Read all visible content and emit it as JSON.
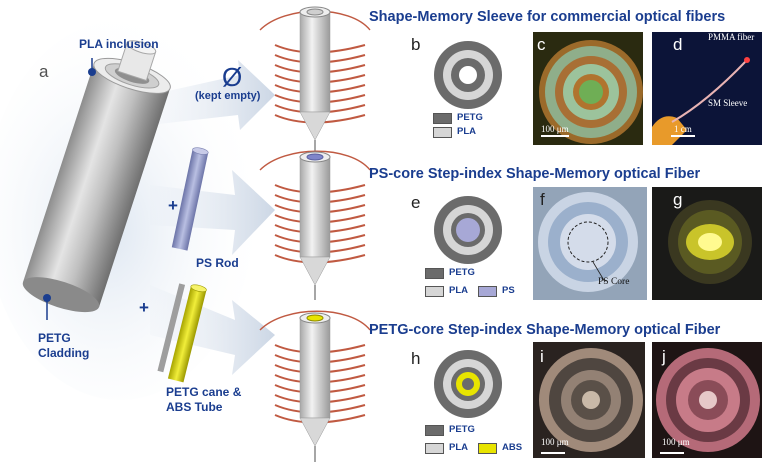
{
  "panel_a": {
    "letter": "a",
    "pla_label": "PLA inclusion",
    "petg_label_line1": "PETG",
    "petg_label_line2": "Cladding",
    "empty_symbol": "Ø",
    "empty_caption": "(kept empty)",
    "plus1": "+",
    "ps_rod_label": "PS Rod",
    "plus2": "+",
    "cane_label_line1": "PETG cane &",
    "cane_label_line2": "ABS Tube"
  },
  "row1": {
    "title": "Shape-Memory Sleeve for commercial optical fibers",
    "letter_b": "b",
    "legend": [
      "PETG",
      "PLA"
    ],
    "letter_c": "c",
    "scale_c": "100 μm",
    "letter_d": "d",
    "d_label_fiber": "PMMA fiber",
    "d_label_sleeve": "SM  Sleeve",
    "scale_d": "1 cm"
  },
  "row2": {
    "title": "PS-core Step-index Shape-Memory optical Fiber",
    "letter_e": "e",
    "legend": [
      "PETG",
      "PLA",
      "PS"
    ],
    "letter_f": "f",
    "f_label": "PS Core",
    "letter_g": "g"
  },
  "row3": {
    "title": "PETG-core Step-index Shape-Memory optical Fiber",
    "letter_h": "h",
    "legend": [
      "PETG",
      "PLA",
      "ABS"
    ],
    "letter_i": "i",
    "scale_i": "100 μm",
    "letter_j": "j",
    "scale_j": "100 μm"
  },
  "colors": {
    "petg": "#6b6b6b",
    "pla": "#d6d6d6",
    "ps": "#a7a8d6",
    "abs": "#e8e400",
    "title_navy": "#1a3d8f",
    "coil": "#c05a42"
  }
}
